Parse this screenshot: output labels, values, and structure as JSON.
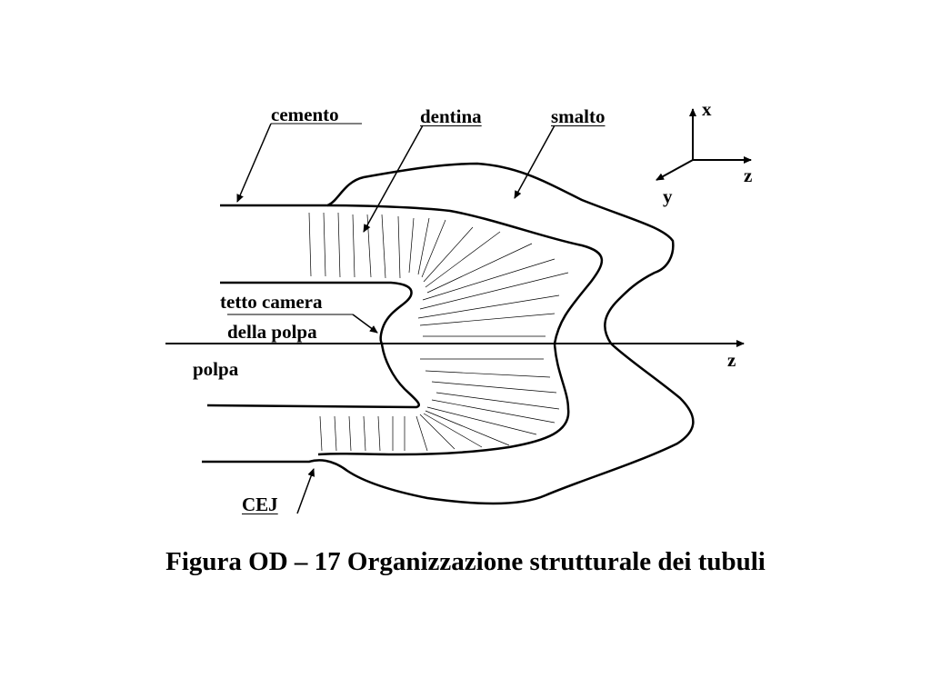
{
  "labels": {
    "cemento": "cemento",
    "dentina": "dentina",
    "smalto": "smalto",
    "tetto_camera": "tetto camera",
    "della_polpa": "della polpa",
    "polpa": "polpa",
    "cej": "CEJ"
  },
  "axes": {
    "x": "x",
    "y": "y",
    "z_top": "z",
    "z_main": "z"
  },
  "caption": "Figura OD – 17 Organizzazione strutturale dei tubuli",
  "colors": {
    "line": "#000000",
    "background": "#ffffff"
  }
}
